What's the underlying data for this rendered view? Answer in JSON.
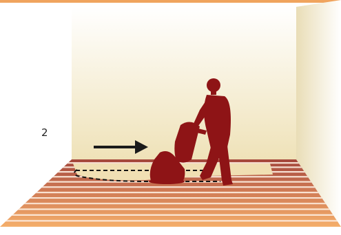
{
  "step": {
    "number": "2"
  },
  "illustration": {
    "subject": "person-pushing-floor-sander",
    "direction": "right",
    "icons": [
      "arrow-right-icon",
      "person-silhouette",
      "floor-sander-machine"
    ]
  },
  "colors": {
    "top_bar": "#f0a45e",
    "wall_top": "#ffffff",
    "wall_bottom": "#efe1b7",
    "side_wall": "#e8dcb6",
    "floor_light": "#f6b06b",
    "floor_dark": "#a3453a",
    "floor_stripe": "#fdeee0",
    "silhouette": "#8e1416",
    "arrow": "#1a1a1a",
    "sanded_area": "#f0dfb3"
  }
}
